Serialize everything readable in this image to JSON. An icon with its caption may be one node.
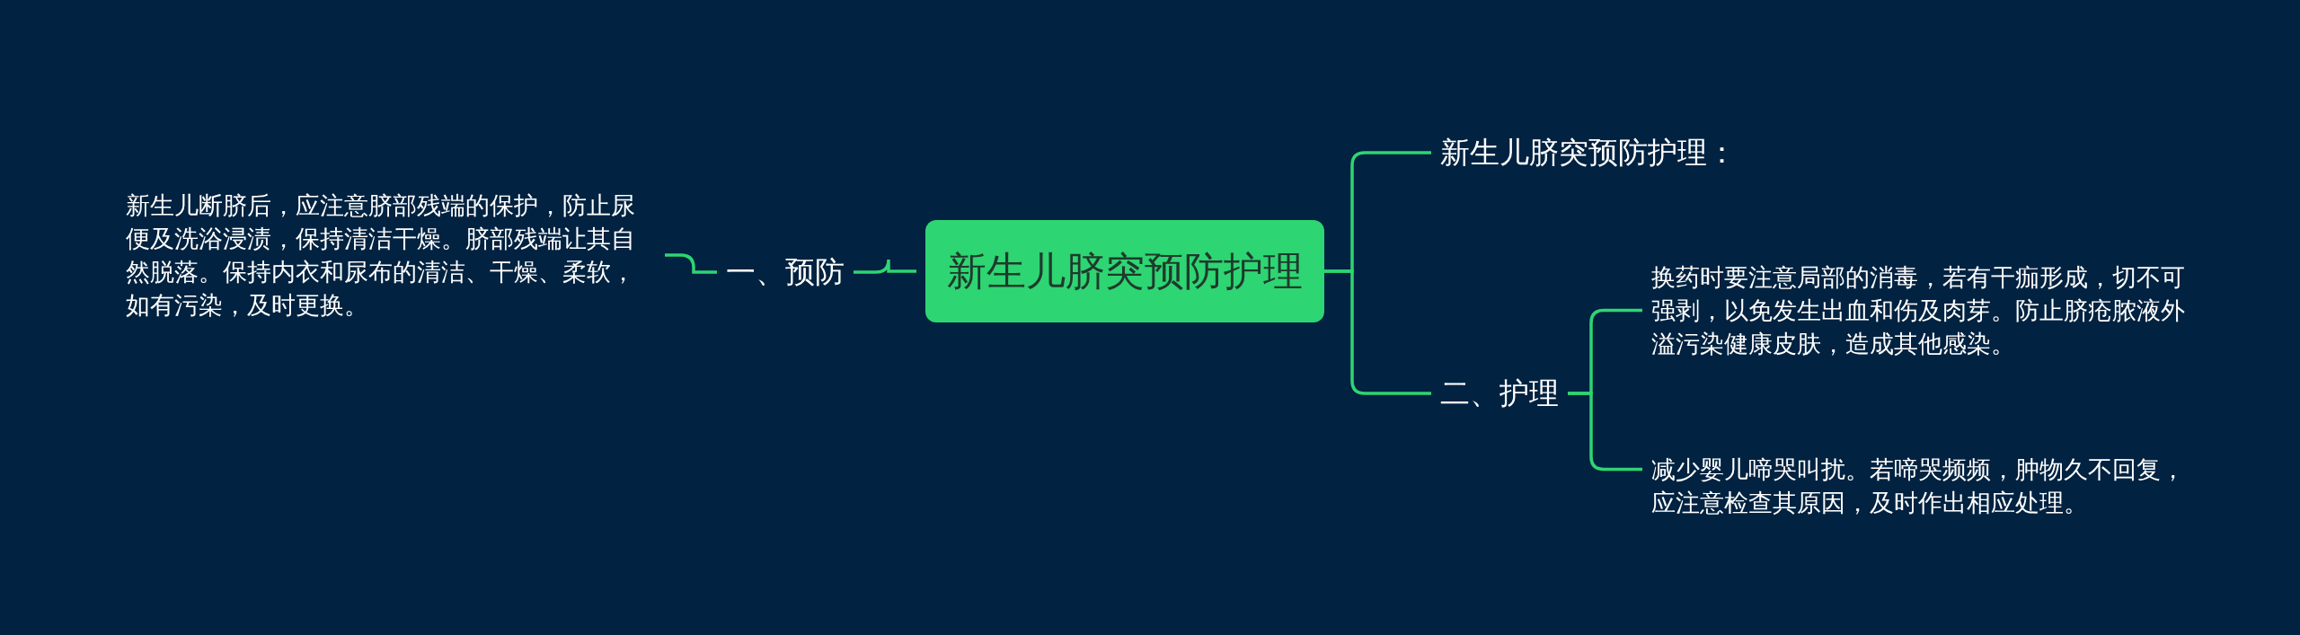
{
  "diagram": {
    "nodes": [
      {
        "text": [
          "新生儿脐突预防护理"
        ]
      },
      {
        "text": [
          "一、预防"
        ]
      },
      {
        "text": [
          "新生儿断脐后，应注意脐部残端的保护，防止尿便及洗浴浸渍，保持清洁干燥。脐部残端让其自然脱落。保持内衣和尿布的清洁、干燥、柔软，如有污染，及时更换。"
        ]
      },
      {
        "text": [
          "新生儿脐突预防护理："
        ]
      },
      {
        "text": [
          "二、护理"
        ]
      },
      {
        "text": [
          "换药时要注意局部的消毒，若有干痂形成，切不可强剥，以免发生出血和伤及肉芽。防止脐疮脓液外溢污染健康皮肤，造成其他感染。"
        ]
      },
      {
        "text": [
          "减少婴儿啼哭叫扰。若啼哭频频，肿物久不回复，应注意检查其原因，及时作出相应处理。"
        ]
      }
    ],
    "edges": [
      {
        "from": 0,
        "to": 1,
        "arrow": "none"
      },
      {
        "from": 1,
        "to": 2,
        "arrow": "none"
      },
      {
        "from": 0,
        "to": 3,
        "arrow": "none"
      },
      {
        "from": 0,
        "to": 4,
        "arrow": "none"
      },
      {
        "from": 4,
        "to": 5,
        "arrow": "none"
      },
      {
        "from": 4,
        "to": 6,
        "arrow": "none"
      }
    ]
  }
}
